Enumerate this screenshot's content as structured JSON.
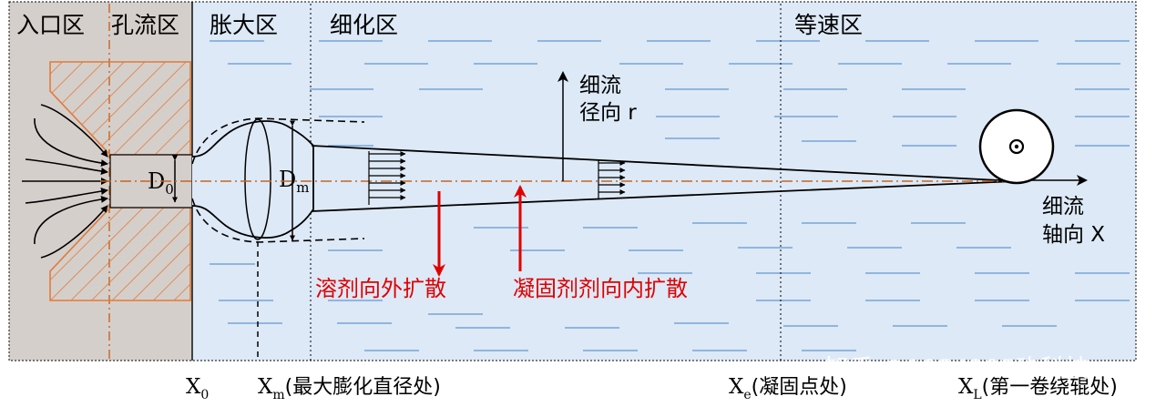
{
  "zones": {
    "inlet": "入口区",
    "orifice": "孔流区",
    "swell": "胀大区",
    "thinning": "细化区",
    "constant": "等速区"
  },
  "labels": {
    "d0_main": "D",
    "d0_sub": "0",
    "dm_main": "D",
    "dm_sub": "m",
    "radial_line1": "细流",
    "radial_line2": "径向 r",
    "axial_line1": "细流",
    "axial_line2": "轴向 X",
    "solvent": "溶剂向外扩散",
    "coagulant": "凝固剂剂向内扩散"
  },
  "bottom": {
    "x0_main": "X",
    "x0_sub": "0",
    "xm_main": "X",
    "xm_sub": "m",
    "xm_desc": "(最大膨化直径处)",
    "xe_main": "X",
    "xe_sub": "e",
    "xe_desc": "(凝固点处)",
    "xl_main": "X",
    "xl_sub": "L",
    "xl_desc": "(第一卷绕辊处)"
  },
  "watermark": "知乎 @1954285玖科技",
  "colors": {
    "bath": "#dde9f6",
    "die": "#d5cfcb",
    "hatch": "#e07b3a",
    "centerline": "#c86420",
    "ripple": "#8fb6e0",
    "arrow_red": "#e00000"
  }
}
